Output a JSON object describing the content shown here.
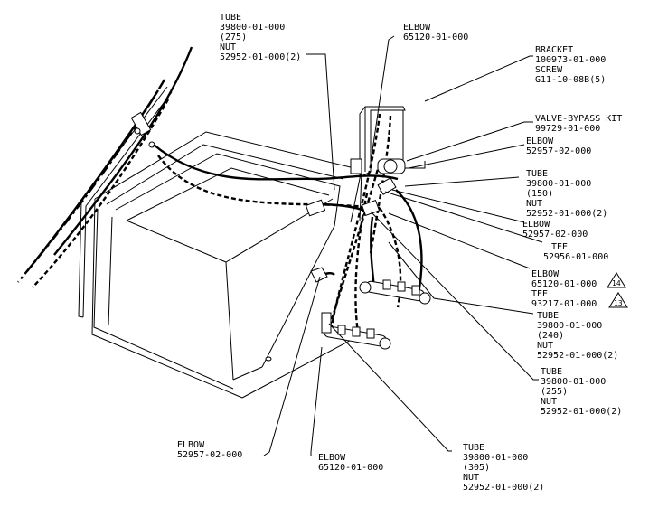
{
  "callouts": [
    {
      "id": "tube-275",
      "lines": [
        "TUBE",
        "39800-01-000",
        "(275)",
        "NUT",
        "52952-01-000(2)"
      ]
    },
    {
      "id": "elbow-top",
      "lines": [
        "ELBOW",
        "65120-01-000"
      ]
    },
    {
      "id": "bracket",
      "lines": [
        "BRACKET",
        "100973-01-000",
        "SCREW",
        "G11-10-08B(5)"
      ]
    },
    {
      "id": "valve-bypass",
      "lines": [
        "VALVE-BYPASS KIT",
        "99729-01-000"
      ]
    },
    {
      "id": "elbow-right-1",
      "lines": [
        "ELBOW",
        "52957-02-000"
      ]
    },
    {
      "id": "tube-150",
      "lines": [
        "TUBE",
        "39800-01-000",
        "(150)",
        "NUT",
        "52952-01-000(2)"
      ]
    },
    {
      "id": "elbow-right-2",
      "lines": [
        "ELBOW",
        "52957-02-000"
      ]
    },
    {
      "id": "tee-right",
      "lines": [
        "TEE",
        "52956-01-000"
      ]
    },
    {
      "id": "elbow-tee-14",
      "lines": [
        "ELBOW",
        "65120-01-000",
        "TEE",
        "93217-01-000"
      ],
      "badges": [
        "14",
        "13"
      ]
    },
    {
      "id": "tube-240",
      "lines": [
        "TUBE",
        "39800-01-000",
        "(240)",
        "NUT",
        "52952-01-000(2)"
      ]
    },
    {
      "id": "tube-255",
      "lines": [
        "TUBE",
        "39800-01-000",
        "(255)",
        "NUT",
        "52952-01-000(2)"
      ]
    },
    {
      "id": "elbow-bottom-left",
      "lines": [
        "ELBOW",
        "52957-02-000"
      ]
    },
    {
      "id": "elbow-bottom-mid",
      "lines": [
        "ELBOW",
        "65120-01-000"
      ]
    },
    {
      "id": "tube-305",
      "lines": [
        "TUBE",
        "39800-01-000",
        "(305)",
        "NUT",
        "52952-01-000(2)"
      ]
    }
  ]
}
